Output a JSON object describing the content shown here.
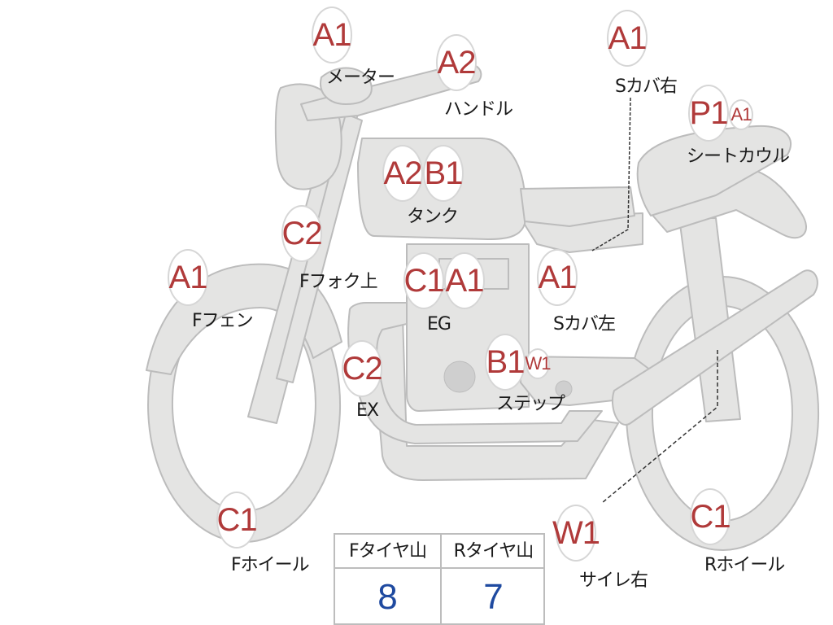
{
  "colors": {
    "body_fill": "#e4e4e3",
    "body_stroke": "#bcbcbc",
    "engine_dot": "#cfcfcf",
    "grade_text": "#b03a3a",
    "table_value_text": "#1f4aa0"
  },
  "parts": [
    {
      "id": "meter",
      "grade": "A1",
      "label": "メーター"
    },
    {
      "id": "handle",
      "grade": "A2",
      "label": "ハンドル"
    },
    {
      "id": "side-cover-right",
      "grade": "A1",
      "label": "Sカバ右"
    },
    {
      "id": "seat-cowl",
      "grade": "P1",
      "grade_small": "A1",
      "label": "シートカウル"
    },
    {
      "id": "tank",
      "grade": "A2",
      "grade2": "B1",
      "label": "タンク"
    },
    {
      "id": "fork-upper",
      "grade": "C2",
      "label": "Fフォク上"
    },
    {
      "id": "front-fender",
      "grade": "A1",
      "label": "Fフェン"
    },
    {
      "id": "engine",
      "grade": "C1",
      "grade2": "A1",
      "label": "EG"
    },
    {
      "id": "side-cover-left",
      "grade": "A1",
      "label": "Sカバ左"
    },
    {
      "id": "exhaust",
      "grade": "C2",
      "label": "EX"
    },
    {
      "id": "step",
      "grade": "B1",
      "grade_small": "W1",
      "label": "ステップ"
    },
    {
      "id": "front-wheel",
      "grade": "C1",
      "label": "Fホイール"
    },
    {
      "id": "muffler-right",
      "grade": "W1",
      "label": "サイレ右"
    },
    {
      "id": "rear-wheel",
      "grade": "C1",
      "label": "Rホイール"
    }
  ],
  "tire_table": {
    "headers": [
      "Fタイヤ山",
      "Rタイヤ山"
    ],
    "values": [
      "8",
      "7"
    ]
  }
}
